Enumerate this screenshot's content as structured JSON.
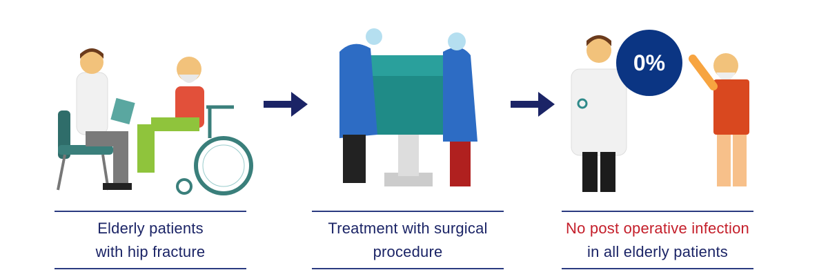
{
  "steps": [
    {
      "caption_line1": "Elderly patients",
      "caption_line2": "with hip fracture"
    },
    {
      "caption_line1": "Treatment with surgical",
      "caption_line2": "procedure"
    },
    {
      "caption_line1": "No post operative infection",
      "caption_line2": "in all elderly patients"
    }
  ],
  "badge": {
    "text": "0%"
  },
  "colors": {
    "navy": "#1b2466",
    "red": "#c41e2a",
    "badge": "#0b3583"
  }
}
